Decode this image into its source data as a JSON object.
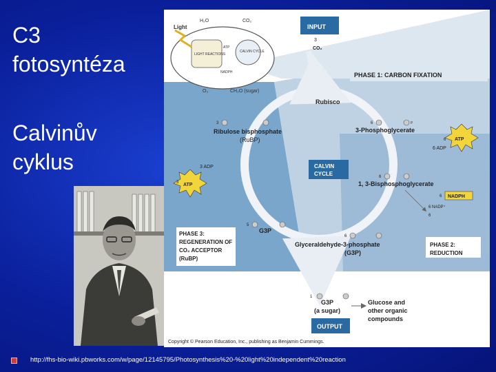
{
  "slide": {
    "title_line1": "C3",
    "title_line2": "fotosyntéza",
    "subtitle_line1": "Calvinův",
    "subtitle_line2": "cyklus",
    "footer_url": "http://fhs-bio-wiki.pbworks.com/w/page/12145795/Photosynthesis%20-%20light%20independent%20reaction"
  },
  "diagram": {
    "chloroplast": {
      "light": "Light",
      "h2o": "H₂O",
      "co2": "CO₂",
      "light_reactions": "LIGHT REACTIONS",
      "calvin_cycle": "CALVIN CYCLE",
      "atp": "ATP",
      "nadph": "NADPH",
      "o2": "O₂",
      "sugar": "CH₂O (sugar)"
    },
    "input_box": "INPUT",
    "input_count": "3",
    "input_co2": "CO₂",
    "phase1": "PHASE 1: CARBON FIXATION",
    "rubisco": "Rubisco",
    "rubp_count": "3",
    "rubp_name": "Ribulose bisphosphate",
    "rubp_abbr": "(RuBP)",
    "pga_count": "6",
    "pga_name": "3-Phosphoglycerate",
    "atp_label": "ATP",
    "atp_count_right": "6",
    "adp_right": "6 ADP",
    "calvin_box_line1": "CALVIN",
    "calvin_box_line2": "CYCLE",
    "bpg_count": "6",
    "bpg_name": "1, 3-Bisphosphoglycerate",
    "nadph_label": "NADPH",
    "nadph_count": "6",
    "nadp_out": "6 NADP⁺",
    "pi_out": "6",
    "adp_left": "3 ADP",
    "atp_count_left": "3",
    "g3p_left_count": "5",
    "g3p_left": "G3P",
    "g3p_bottom_count": "6",
    "g3p_name": "Glyceraldehyde-3-phosphate",
    "g3p_abbr": "(G3P)",
    "phase2_line1": "PHASE 2:",
    "phase2_line2": "REDUCTION",
    "phase3_line1": "PHASE 3:",
    "phase3_line2": "REGENERATION OF",
    "phase3_line3": "CO₂ ACCEPTOR",
    "phase3_line4": "(RuBP)",
    "output_count": "1",
    "output_g3p": "G3P",
    "output_sugar": "(a sugar)",
    "output_box": "OUTPUT",
    "glucose_line1": "Glucose and",
    "glucose_line2": "other organic",
    "glucose_line3": "compounds",
    "p_symbol": "P",
    "copyright": "Copyright © Pearson Education, Inc., publishing as Benjamin Cummings."
  },
  "colors": {
    "background": "#0a1f9a",
    "diagram_blue_light": "#c9d8e6",
    "diagram_blue_mid": "#6f9ec3",
    "diagram_blue_dark": "#2f6fa6",
    "atp_yellow": "#f2d53a",
    "label_box": "#2a6aa3"
  }
}
